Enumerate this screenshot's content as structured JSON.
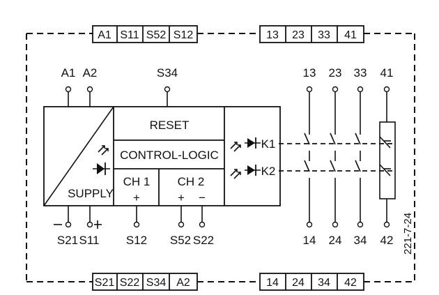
{
  "top_terminals_left": [
    "A1",
    "S11",
    "S52",
    "S12"
  ],
  "top_terminals_right": [
    "13",
    "23",
    "33",
    "41"
  ],
  "bottom_terminals_left": [
    "S21",
    "S22",
    "S34",
    "A2"
  ],
  "bottom_terminals_right": [
    "14",
    "24",
    "34",
    "42"
  ],
  "top_pins": {
    "a1": "A1",
    "a2": "A2",
    "s34": "S34"
  },
  "contact_top_labels": [
    "13",
    "23",
    "33",
    "41"
  ],
  "contact_bottom_labels": [
    "14",
    "24",
    "34",
    "42"
  ],
  "bottom_pins": {
    "s21": "S21",
    "s11": "S11",
    "s12": "S12",
    "s52": "S52",
    "s22": "S22"
  },
  "blocks": {
    "reset": "RESET",
    "control_logic": "CONTROL-LOGIC",
    "supply": "SUPPLY",
    "ch1": "CH 1",
    "ch2": "CH 2"
  },
  "relays": {
    "k1": "K1",
    "k2": "K2"
  },
  "signs": {
    "minus": "−",
    "plus": "+"
  },
  "figure_id": "221-7-24"
}
